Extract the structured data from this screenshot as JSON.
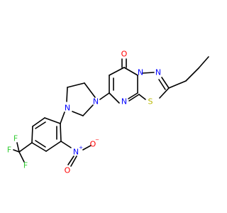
{
  "molecule": {
    "atom_labels": {
      "carbonyl_oxygen": "O",
      "ring_nitrogen_bridge": "N",
      "ring_nitrogen_thiadiazole": "N",
      "ring_nitrogen_pyrimidine": "N",
      "sulfur": "S",
      "piperazine_nitrogen_upper": "N",
      "piperazine_nitrogen_lower": "N",
      "nitro_nitrogen": "N",
      "nitro_nitrogen_charge": "+",
      "nitro_oxygen_double": "O",
      "nitro_oxygen_single": "O",
      "nitro_oxygen_charge": "−",
      "fluorine_left": "F",
      "fluorine_top": "F",
      "fluorine_bottom": "F"
    },
    "colors": {
      "bond": "#000000",
      "oxygen": "#ff0000",
      "nitrogen": "#0000ff",
      "sulfur": "#b8b800",
      "fluorine": "#33cc33"
    }
  }
}
